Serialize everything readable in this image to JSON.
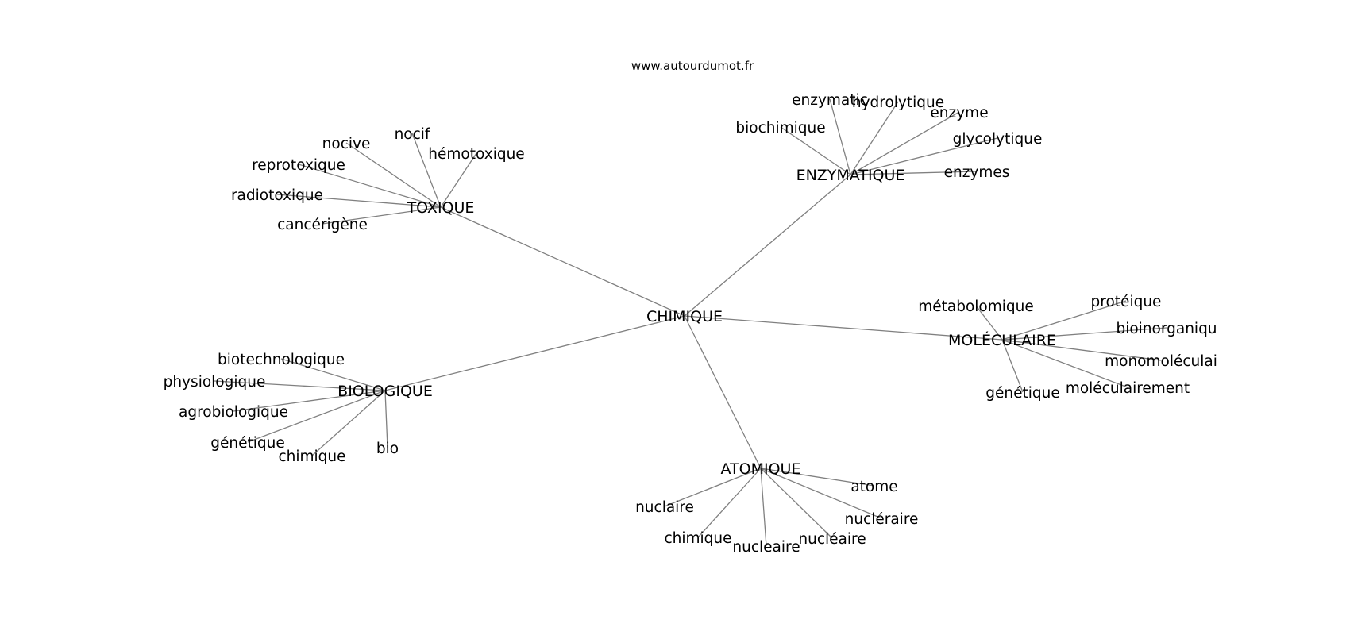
{
  "watermark": "www.autourdumot.fr",
  "graph": {
    "center": "CHIMIQUE",
    "hubs": [
      {
        "label": "TOXIQUE",
        "leaves": [
          "nocif",
          "hémotoxique",
          "nocive",
          "reprotoxique",
          "radiotoxique",
          "cancérigène"
        ]
      },
      {
        "label": "ENZYMATIQUE",
        "leaves": [
          "enzymatic",
          "hydrolytique",
          "enzyme",
          "glycolytique",
          "enzymes",
          "biochimique"
        ]
      },
      {
        "label": "MOLÉCULAIRE",
        "leaves": [
          "métabolomique",
          "protéique",
          "bioinorganiqu",
          "monomoléculai",
          "moléculairement",
          "génétique"
        ]
      },
      {
        "label": "BIOLOGIQUE",
        "leaves": [
          "biotechnologique",
          "physiologique",
          "agrobiologique",
          "génétique",
          "chimique",
          "bio"
        ]
      },
      {
        "label": "ATOMIQUE",
        "leaves": [
          "atome",
          "nucléraire",
          "nucléaire",
          "nucleaire",
          "chimique",
          "nuclaire"
        ]
      }
    ]
  }
}
